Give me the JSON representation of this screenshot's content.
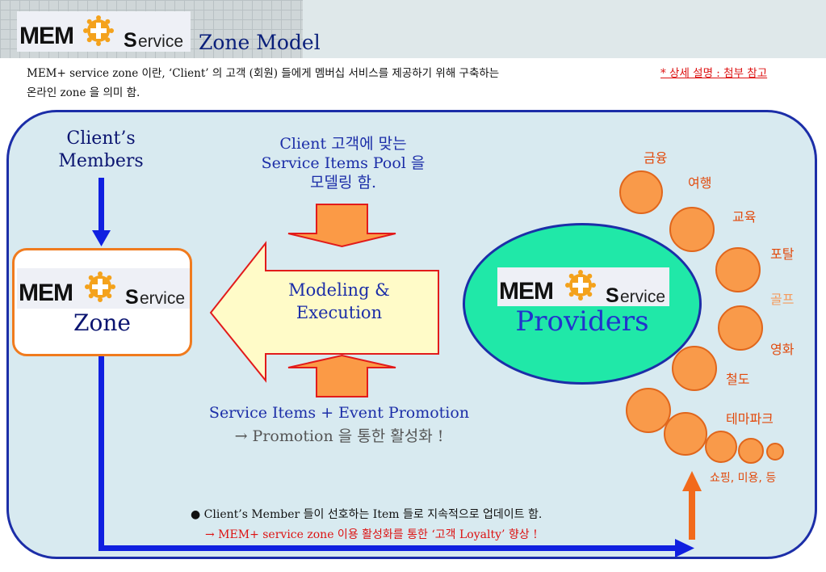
{
  "header": {
    "logo": {
      "mem": "MEM",
      "s": "S",
      "ervice": "ervice"
    },
    "title": "Zone Model",
    "description_line1": "MEM+ service zone 이란, ‘Client’ 의 고객 (회원) 들에게 멤버십 서비스를 제공하기 위해 구축하는",
    "description_line2": "온라인 zone 을 의미 함.",
    "reference_note": "* 상세 설명 : 첨부   참고"
  },
  "diagram": {
    "clients_line1": "Client’s",
    "clients_line2": "Members",
    "zone_label": "Zone",
    "providers_label": "Providers",
    "pool_line1": "Client 고객에 맞는",
    "pool_line2": "Service Items Pool 을",
    "pool_line3": "모델링 함.",
    "modeling_line1": "Modeling &",
    "modeling_line2": "Execution",
    "promo_line1": "Service Items +  Event Promotion",
    "promo_line2": "→ Promotion 을 통한 활성화 !",
    "bullet_note": "● Client’s Member 들이 선호하는 Item 들로 지속적으로 업데이트 함.",
    "loyalty_note": "→ MEM+ service zone 이용 활성화를 통한 ‘고객 Loyalty’ 향상 !",
    "categories": [
      "금융",
      "여행",
      "교육",
      "포탈",
      "골프",
      "영화",
      "철도",
      "테마파크",
      "쇼핑, 미용, 등"
    ]
  },
  "colors": {
    "panel": "#d8eaf0",
    "border_blue": "#1c2ea8",
    "orange": "#f07b1e",
    "provider_green": "#20e8a8",
    "arrow_fill": "#fffbc8",
    "category_red": "#e24a0c"
  }
}
